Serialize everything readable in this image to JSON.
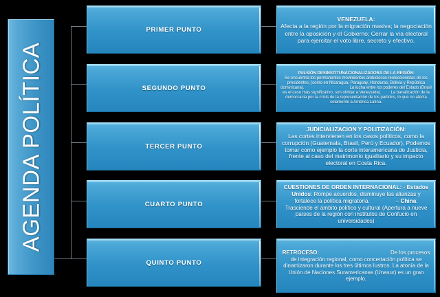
{
  "diagram": {
    "title": "AGENDA POLÍTICA",
    "background_color": "#000000",
    "box_accent_color": "#2f92c8",
    "connector_color": "#6f7d86",
    "nodes": [
      {
        "label": "PRIMER PUNTO",
        "detail_title": "VENEZUELA:",
        "detail_body": "Afecta a la región por la migración masiva; la negociación entre la oposición y el Gobierno; Cerrar la vía electoral para ejercitar el voto libre, secreto y efectivo."
      },
      {
        "label": "SEGUNDO PUNTO",
        "detail_title": "PULSIÓN DESINSTITUNACIONALIZADORA DE LA REGIÓN:",
        "detail_body_1": "Se encuentra los permanentes movimientos ambiciosos reeleccionistas de los presidentes, (como en Nicaragua, Paraguay, Honduras, Bolivia y República dominicana).",
        "detail_body_2": "La lucha entre los poderes del Estado (Brasil es el caso más significativo, son olvidar a Venezuela).",
        "detail_body_3": "La banalización de la democracia por la crisis de la representación de los partidos, lo que no afecta solamente a América Latina."
      },
      {
        "label": "TERCER PUNTO",
        "detail_title": "JUDICIALIZACION Y POLITIZACIÓN:",
        "detail_body": "Las cortes intervienen en los casos políticos, como la corrupción (Guatemala, Brasil, Perú y Ecuador), Podemos tomar como ejemplo la corte  interamericana de Justicia, frente al caso del matrimonio igualitario y su impacto electoral en Costa Rica."
      },
      {
        "label": "CUARTO PUNTO",
        "detail_title": "CUESTIONES DE ORDEN INTERNACIONAL: - Estados Unidos",
        "detail_body_1": ": Rompe acuerdos, disminuye las alianzas y fortalece la política migratoria.",
        "detail_dash": "–",
        "detail_label_2": "China",
        "detail_body_2": ": Trasciende el ámbito político y cultural (Apertura a nueve países de la región con institutos de Confucio en universidades)"
      },
      {
        "label": "QUINTO PUNTO",
        "detail_title": "RETROCESO:",
        "detail_body": "De los procesos de integración regional, como concertación política se dinamizaron durante los tres últimos lustros. La atonía de la Unión de Naciones Suramericanas (Unasur) es un gran ejemplo."
      }
    ]
  }
}
